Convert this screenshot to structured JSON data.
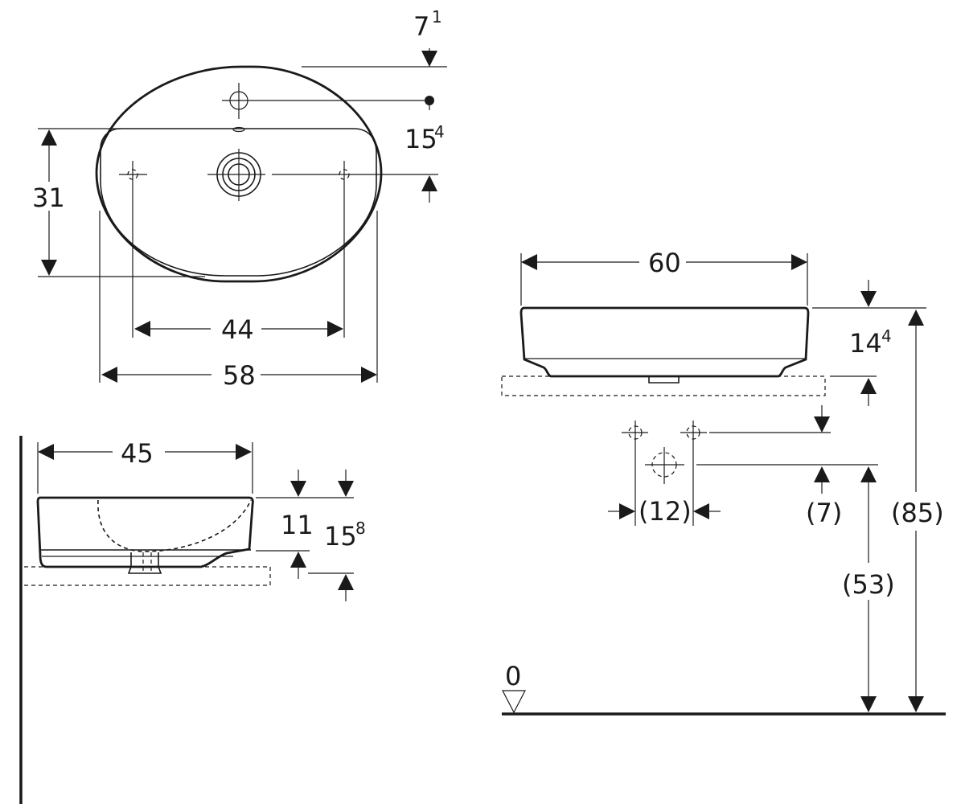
{
  "top_view": {
    "depth_to_tap_hole": "7",
    "depth_to_tap_hole_sup": "1",
    "tap_to_waste": "15",
    "tap_to_waste_sup": "4",
    "inner_depth": "31",
    "fixing_spacing": "44",
    "overall_width": "58"
  },
  "side_view": {
    "depth": "45",
    "bowl_height": "11",
    "total_height": "15",
    "total_height_sup": "8"
  },
  "front_view": {
    "width": "60",
    "height": "14",
    "height_sup": "4",
    "supply_spacing": "(12)",
    "supply_offset": "(7)",
    "waste_height": "(53)",
    "rim_height": "(85)",
    "floor_level": "0"
  }
}
